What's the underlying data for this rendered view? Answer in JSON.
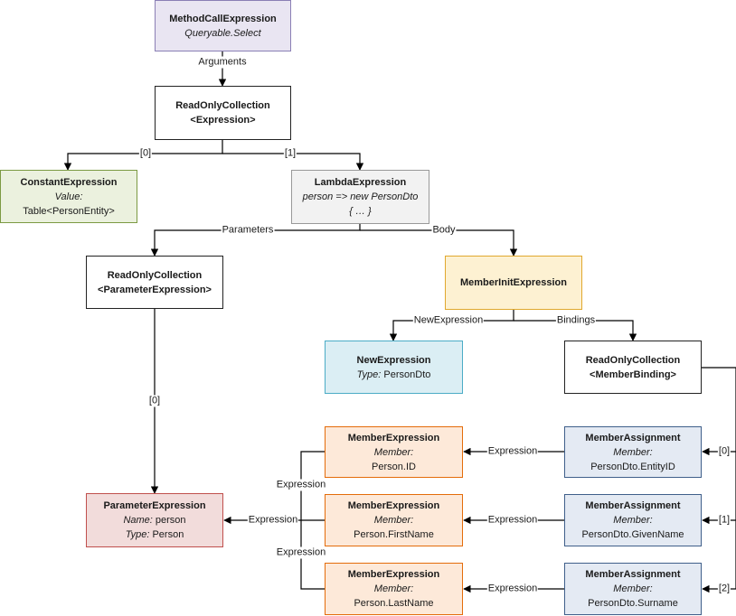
{
  "nodes": {
    "method_call": {
      "title": "MethodCallExpression",
      "line1": "Queryable.Select",
      "fill": "#e9e5f2",
      "border": "#8a7fb5"
    },
    "roc_expression": {
      "title": "ReadOnlyCollection",
      "line1": "<Expression>"
    },
    "constant": {
      "title": "ConstantExpression",
      "line1": "Value:",
      "line2": "Table<PersonEntity>",
      "fill": "#ebf1de",
      "border": "#7c9a43"
    },
    "lambda": {
      "title": "LambdaExpression",
      "line1": "person => new PersonDto",
      "line2": "{ … }",
      "fill": "#f2f2f2",
      "border": "#999999"
    },
    "roc_parameter": {
      "title": "ReadOnlyCollection",
      "line1": "<ParameterExpression>"
    },
    "member_init": {
      "title": "MemberInitExpression",
      "fill": "#fdf1d2",
      "border": "#e0a82e"
    },
    "new_expression": {
      "title": "NewExpression",
      "type_label": "Type:",
      "type_value": "PersonDto",
      "fill": "#dbeef4",
      "border": "#4bacc6"
    },
    "roc_binding": {
      "title": "ReadOnlyCollection",
      "line1": "<MemberBinding>"
    },
    "parameter": {
      "title": "ParameterExpression",
      "name_label": "Name:",
      "name_value": "person",
      "type_label": "Type:",
      "type_value": "Person",
      "fill": "#f2dcdb",
      "border": "#c0504d"
    },
    "member_expr_0": {
      "title": "MemberExpression",
      "line1": "Member:",
      "line2": "Person.ID",
      "fill": "#fde9d9",
      "border": "#e46c0a"
    },
    "member_expr_1": {
      "title": "MemberExpression",
      "line1": "Member:",
      "line2": "Person.FirstName",
      "fill": "#fde9d9",
      "border": "#e46c0a"
    },
    "member_expr_2": {
      "title": "MemberExpression",
      "line1": "Member:",
      "line2": "Person.LastName",
      "fill": "#fde9d9",
      "border": "#e46c0a"
    },
    "assign_0": {
      "title": "MemberAssignment",
      "line1": "Member:",
      "line2": "PersonDto.EntityID",
      "fill": "#e4eaf3",
      "border": "#3f5f8a"
    },
    "assign_1": {
      "title": "MemberAssignment",
      "line1": "Member:",
      "line2": "PersonDto.GivenName",
      "fill": "#e4eaf3",
      "border": "#3f5f8a"
    },
    "assign_2": {
      "title": "MemberAssignment",
      "line1": "Member:",
      "line2": "PersonDto.Surname",
      "fill": "#e4eaf3",
      "border": "#3f5f8a"
    }
  },
  "edge_labels": {
    "arguments": "Arguments",
    "index_0": "[0]",
    "index_1": "[1]",
    "parameters": "Parameters",
    "body": "Body",
    "new_expression": "NewExpression",
    "bindings": "Bindings",
    "param_index_0": "[0]",
    "binding_0": "[0]",
    "binding_1": "[1]",
    "binding_2": "[2]",
    "expression_0": "Expression",
    "expression_1": "Expression",
    "expression_2": "Expression",
    "expression_top": "Expression",
    "expression_mid": "Expression",
    "expression_bot": "Expression"
  }
}
